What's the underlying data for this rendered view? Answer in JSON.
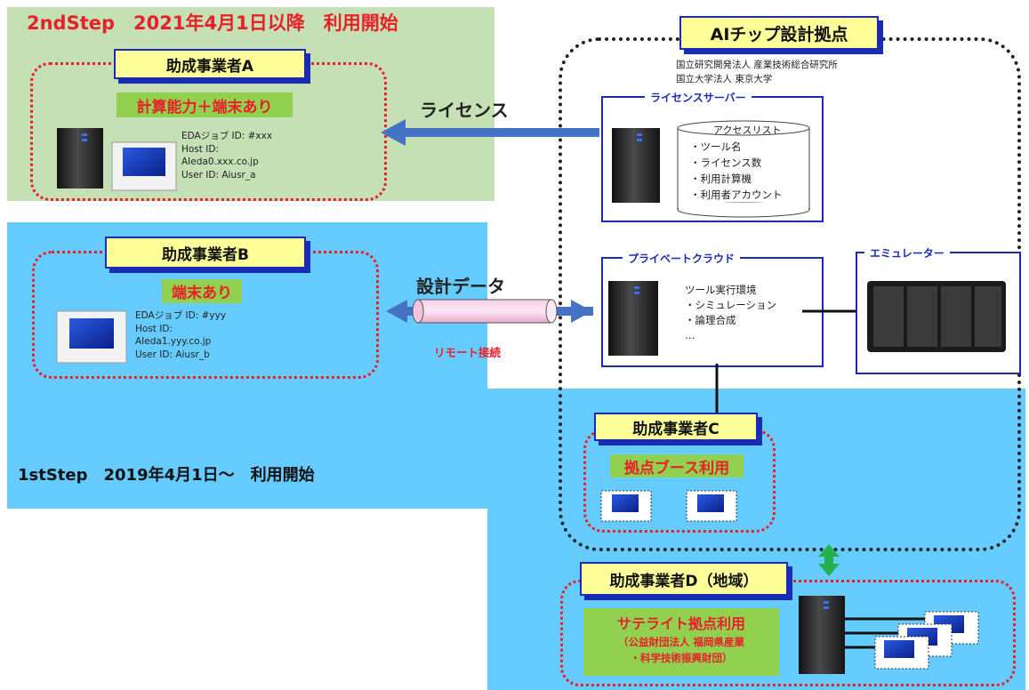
{
  "step2": {
    "title": "2ndStep　2021年4月1日以降　利用開始"
  },
  "step1": {
    "title": "1stStep　2019年4月1日～　利用開始"
  },
  "hub": {
    "title": "AIチップ設計拠点",
    "org1": "国立研究開発法人 産業技術総合研究所",
    "org2": "国立大学法人 東京大学"
  },
  "license_server": {
    "title": "ライセンスサーバー",
    "access_list_title": "アクセスリスト",
    "items": [
      "・ツール名",
      "・ライセンス数",
      "・利用計算機",
      "・利用者アカウント"
    ]
  },
  "private_cloud": {
    "title": "プライベートクラウド",
    "lines": [
      "ツール実行環境",
      "・シミュレーション",
      "・論理合成",
      "…"
    ]
  },
  "emulator": {
    "title": "エミュレーター"
  },
  "company_a": {
    "name": "助成事業者A",
    "label": "計算能力＋端末あり",
    "info": [
      "EDAジョブ ID: #xxx",
      "Host ID:",
      "AIeda0.xxx.co.jp",
      "User ID: Aiusr_a"
    ]
  },
  "company_b": {
    "name": "助成事業者B",
    "label": "端末あり",
    "info": [
      "EDAジョブ ID: #yyy",
      "Host ID:",
      "AIeda1.yyy.co.jp",
      "User ID: Aiusr_b"
    ]
  },
  "company_c": {
    "name": "助成事業者C",
    "label": "拠点ブース利用"
  },
  "company_d": {
    "name": "助成事業者D（地域）",
    "label": "サテライト拠点利用",
    "sub1": "（公益財団法人 福岡県産業",
    "sub2": "・科学技術振興財団）"
  },
  "arrows": {
    "license": "ライセンス",
    "design_data": "設計データ",
    "remote": "リモート接続"
  },
  "colors": {
    "red": "#e8202a",
    "blue": "#1a2bb5",
    "green_zone": "#c5e0b4",
    "blue_zone": "#66ccff",
    "green_label": "#92d050"
  }
}
